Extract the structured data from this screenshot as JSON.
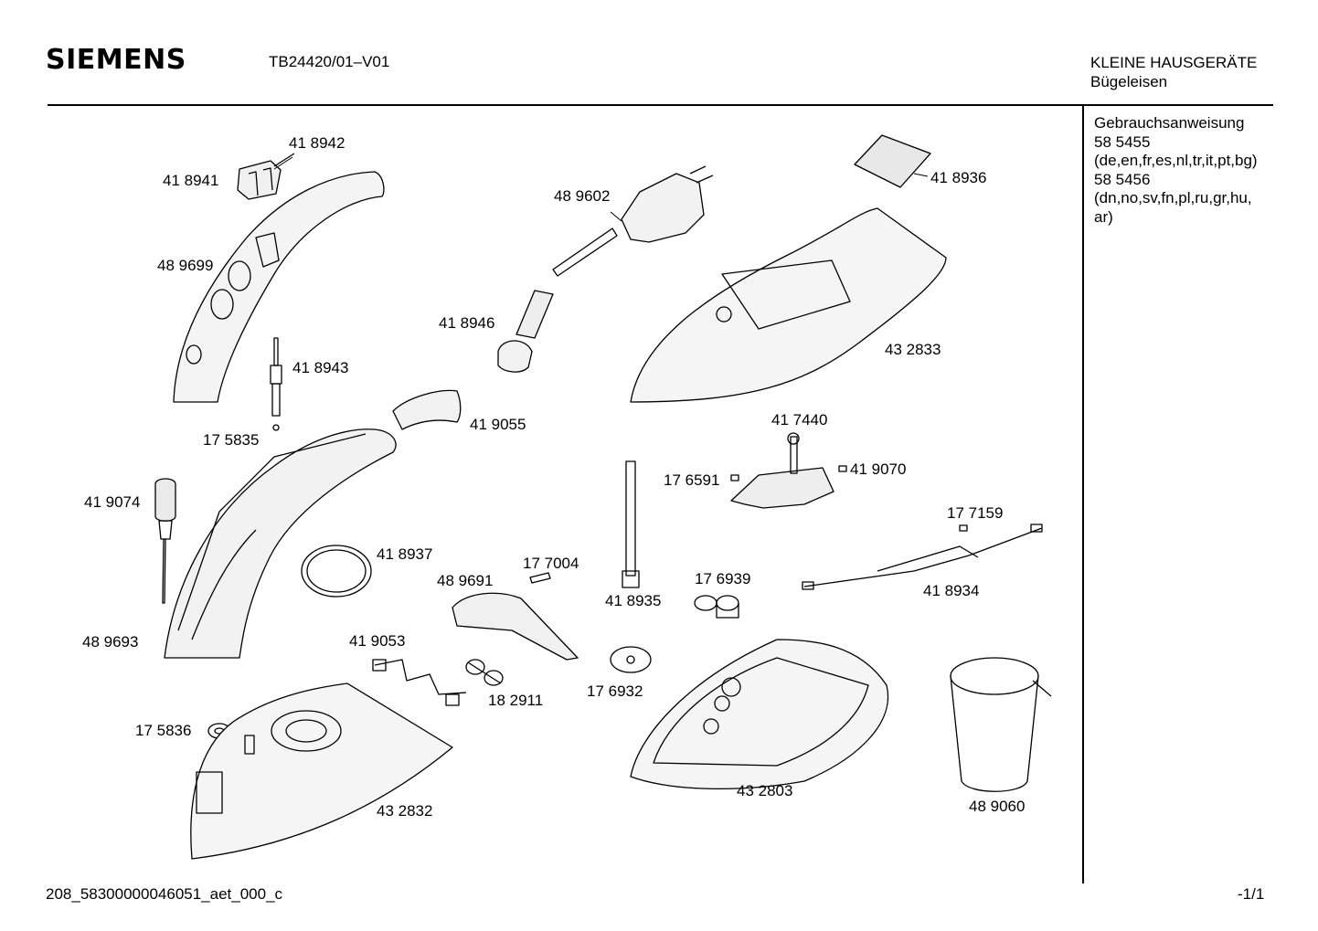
{
  "header": {
    "brand": "SIEMENS",
    "model": "TB24420/01–V01",
    "category": "KLEINE HAUSGERÄTE",
    "subcategory": "Bügeleisen"
  },
  "manual": {
    "title": "Gebrauchsanweisung",
    "entries": [
      "58 5455",
      "(de,en,fr,es,nl,tr,it,pt,bg)",
      "58 5456",
      "(dn,no,sv,fn,pl,ru,gr,hu,",
      "ar)"
    ]
  },
  "parts": {
    "p418942": "41 8942",
    "p418941": "41 8941",
    "p489699": "48 9699",
    "p418943": "41 8943",
    "p175835": "17 5835",
    "p419074": "41 9074",
    "p489693": "48 9693",
    "p418937": "41 8937",
    "p419055": "41 9055",
    "p489602": "48 9602",
    "p418946": "41 8946",
    "p418936": "41 8936",
    "p432833": "43 2833",
    "p417440": "41 7440",
    "p176591": "17 6591",
    "p419070": "41 9070",
    "p177159": "17 7159",
    "p418934": "41 8934",
    "p177004": "17 7004",
    "p489691": "48 9691",
    "p418935": "41 8935",
    "p176939": "17 6939",
    "p419053": "41 9053",
    "p182911": "18 2911",
    "p176932": "17 6932",
    "p175836": "17 5836",
    "p432832": "43 2832",
    "p432803": "43 2803",
    "p489060": "48 9060"
  },
  "footer": {
    "doc_id": "208_58300000046051_aet_000_c",
    "page": "-1/1"
  }
}
